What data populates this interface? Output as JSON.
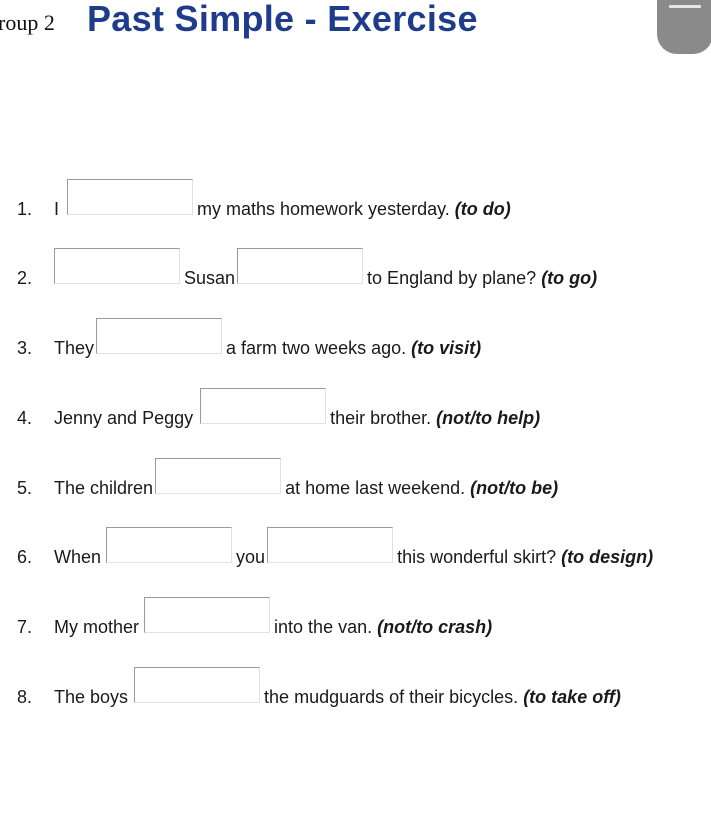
{
  "header": {
    "group_label": "roup 2",
    "title": "Past Simple - Exercise"
  },
  "exercises": [
    {
      "number": "1.",
      "parts": [
        "I",
        "",
        "my maths homework yesterday."
      ],
      "hint": "(to do)"
    },
    {
      "number": "2.",
      "parts": [
        "",
        "Susan",
        "to England by plane?"
      ],
      "hint": "(to go)"
    },
    {
      "number": "3.",
      "parts": [
        "They",
        "a farm two weeks ago."
      ],
      "hint": "(to visit)"
    },
    {
      "number": "4.",
      "parts": [
        "Jenny and Peggy",
        "their brother."
      ],
      "hint": "(not/to help)"
    },
    {
      "number": "5.",
      "parts": [
        "The children",
        "at home last weekend."
      ],
      "hint": "(not/to be)"
    },
    {
      "number": "6.",
      "parts": [
        "When",
        "you",
        "this wonderful skirt?"
      ],
      "hint": "(to design)"
    },
    {
      "number": "7.",
      "parts": [
        "My mother",
        "into the van."
      ],
      "hint": "(not/to crash)"
    },
    {
      "number": "8.",
      "parts": [
        "The boys",
        "the mudguards of their bicycles."
      ],
      "hint": "(to take off)"
    }
  ]
}
